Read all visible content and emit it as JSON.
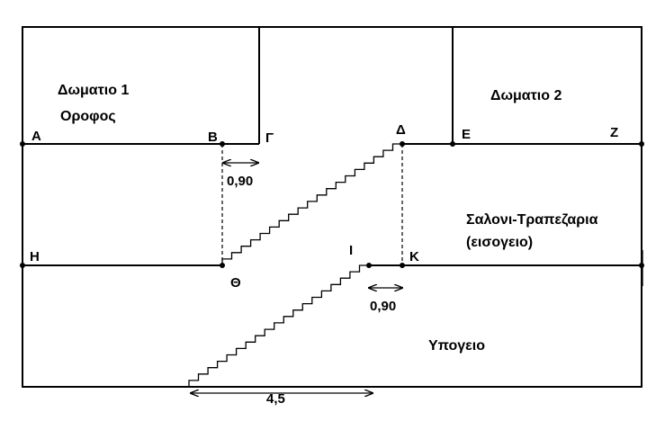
{
  "rooms": {
    "room1_line1": "Δωματιο 1",
    "room1_line2": "Οροφος",
    "room2": "Δωματιο 2",
    "living_line1": "Σαλονι-Τραπεζαρια",
    "living_line2": "(εισογειο)",
    "basement": "Υπογειο"
  },
  "points": {
    "A": "Α",
    "B": "Β",
    "G": "Γ",
    "D": "Δ",
    "E": "Ε",
    "Z": "Ζ",
    "H": "Η",
    "TH": "Θ",
    "I": "Ι",
    "K": "Κ"
  },
  "dimensions": {
    "gap_upper": "0,90",
    "gap_lower": "0,90",
    "stair_run": "4,5"
  }
}
